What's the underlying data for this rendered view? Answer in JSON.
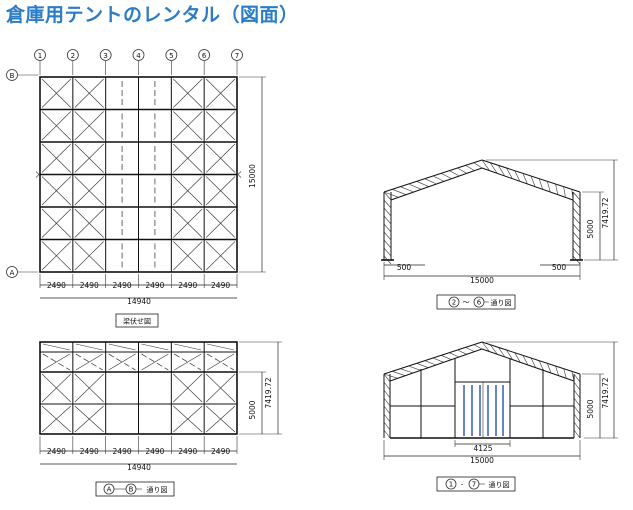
{
  "page": {
    "title": "倉庫用テントのレンタル（図面）"
  },
  "plan_view": {
    "grid_columns": [
      "1",
      "2",
      "3",
      "4",
      "5",
      "6",
      "7"
    ],
    "grid_rows": [
      "B",
      "A"
    ],
    "bay_widths": [
      "2490",
      "2490",
      "2490",
      "2490",
      "2490",
      "2490"
    ],
    "total_width": "14940",
    "depth": "15000",
    "caption": "梁伏せ図"
  },
  "side_elevation": {
    "bay_widths": [
      "2490",
      "2490",
      "2490",
      "2490",
      "2490",
      "2490"
    ],
    "total_width": "14940",
    "eave_height": "5000",
    "ridge_height": "7419.72",
    "caption_from": "A",
    "caption_to": "B",
    "caption_suffix": "通り図"
  },
  "gable_frame": {
    "span": "15000",
    "leg_offset_left": "500",
    "leg_offset_right": "500",
    "eave_height": "5000",
    "ridge_height": "7419.72",
    "caption_from": "2",
    "caption_sep": "～",
    "caption_to": "6",
    "caption_suffix": "通り図"
  },
  "gable_end": {
    "door_width": "4125",
    "span": "15000",
    "eave_height": "5000",
    "ridge_height": "7419.72",
    "caption_from": "1",
    "caption_sep": "-",
    "caption_to": "7",
    "caption_suffix": "通り図"
  },
  "colors": {
    "title": "#2a7cc7",
    "lines": "#111111",
    "door_panels": "#2b4fb5"
  }
}
